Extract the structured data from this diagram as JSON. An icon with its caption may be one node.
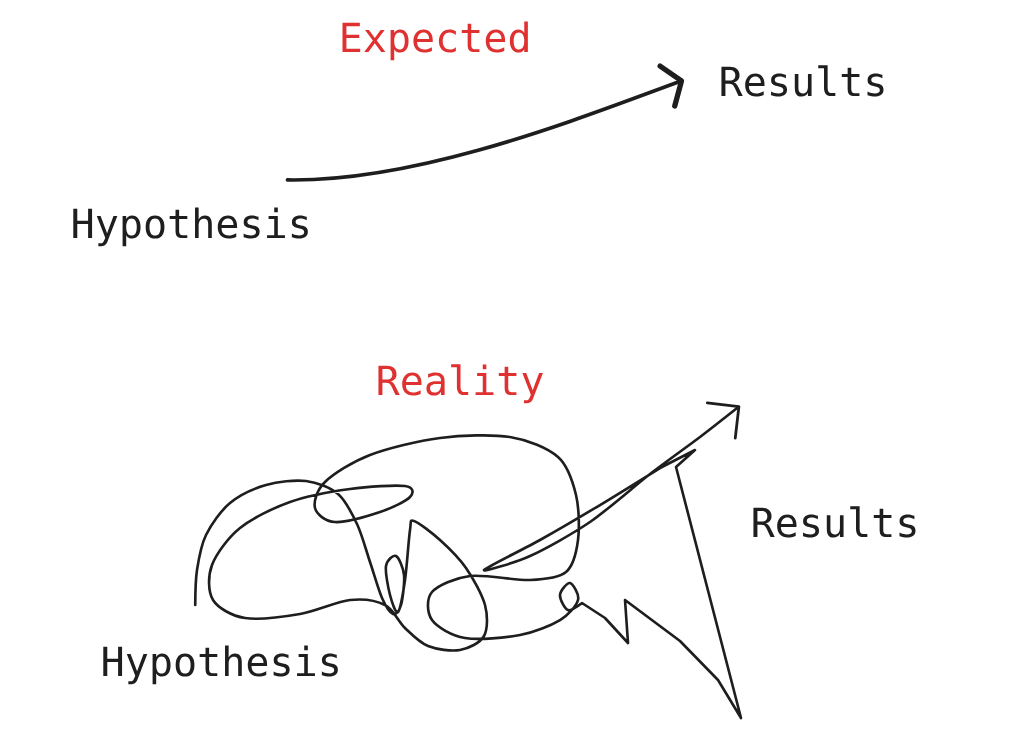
{
  "diagram": {
    "nodes": [
      {
        "text": [
          "Hypothesis"
        ]
      },
      {
        "text": [
          "Results"
        ]
      },
      {
        "text": [
          "Hypothesis"
        ]
      },
      {
        "text": [
          "Results"
        ]
      }
    ],
    "edges": [
      {
        "from": 0,
        "to": 1,
        "arrow": "to"
      },
      {
        "from": 2,
        "to": 3,
        "arrow": "to"
      }
    ],
    "labels": [
      "Expected",
      "Reality"
    ]
  }
}
